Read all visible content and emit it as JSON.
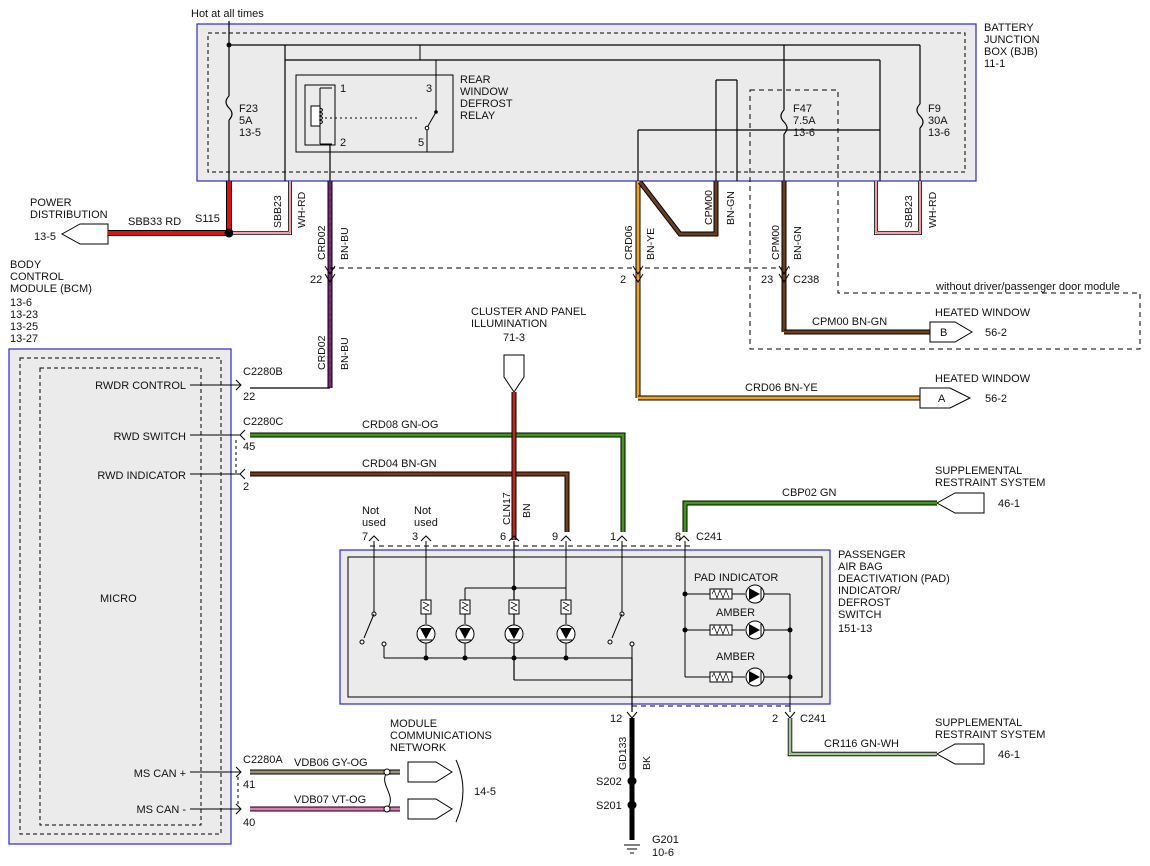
{
  "top": {
    "hot_label": "Hot at all times"
  },
  "bjb": {
    "title": [
      "BATTERY",
      "JUNCTION",
      "BOX (BJB)"
    ],
    "ref": "11-1"
  },
  "fuses": {
    "f23": {
      "name": "F23",
      "rating": "5A",
      "ref": "13-5"
    },
    "f47": {
      "name": "F47",
      "rating": "7.5A",
      "ref": "13-6"
    },
    "f9": {
      "name": "F9",
      "rating": "30A",
      "ref": "13-6"
    }
  },
  "relay": {
    "title": [
      "REAR",
      "WINDOW",
      "DEFROST",
      "RELAY"
    ],
    "pins": [
      "1",
      "2",
      "3",
      "5"
    ]
  },
  "power_dist": {
    "title": [
      "POWER",
      "DISTRIBUTION"
    ],
    "ref": "13-5",
    "wire": "SBB33 RD",
    "splice": "S115"
  },
  "bcm": {
    "title": [
      "BODY",
      "CONTROL",
      "MODULE (BCM)"
    ],
    "refs": [
      "13-6",
      "13-23",
      "13-25",
      "13-27"
    ],
    "micro": "MICRO",
    "rows": [
      {
        "label": "RWDR CONTROL",
        "connector": "C2280B",
        "pin": "22"
      },
      {
        "label": "RWD SWITCH",
        "connector": "C2280C",
        "pin": "45"
      },
      {
        "label": "RWD INDICATOR",
        "connector": "",
        "pin": "2"
      },
      {
        "label": "MS CAN +",
        "connector": "C2280A",
        "pin": "41"
      },
      {
        "label": "MS CAN -",
        "connector": "",
        "pin": "40"
      }
    ]
  },
  "wires": {
    "sbb23": "SBB23",
    "wh_rd": "WH-RD",
    "crd02": "CRD02",
    "bn_bu": "BN-BU",
    "crd06": "CRD06",
    "bn_ye": "BN-YE",
    "cpm00": "CPM00",
    "bn_gn": "BN-GN",
    "cpm00_full": "CPM00 BN-GN",
    "crd06_full": "CRD06 BN-YE",
    "crd08_full": "CRD08 GN-OG",
    "crd04_full": "CRD04 BN-GN",
    "cbp02_full": "CBP02 GN",
    "cln17": "CLN17",
    "bn": "BN",
    "cr116_full": "CR116 GN-WH",
    "gd133": "GD133",
    "bk": "BK",
    "vdb06": "VDB06 GY-OG",
    "vdb07": "VDB07 VT-OG"
  },
  "connectors": {
    "c238": "C238",
    "c241": "C241",
    "pin22": "22",
    "pin2": "2",
    "pin23": "23"
  },
  "option_note": "without driver/passenger door module",
  "heated_b": {
    "title": "HEATED WINDOW",
    "letter": "B",
    "ref": "56-2"
  },
  "heated_a": {
    "title": "HEATED WINDOW",
    "letter": "A",
    "ref": "56-2"
  },
  "cluster": {
    "title": [
      "CLUSTER AND PANEL",
      "ILLUMINATION"
    ],
    "ref": "71-3"
  },
  "srs1": {
    "title": [
      "SUPPLEMENTAL",
      "RESTRAINT SYSTEM"
    ],
    "ref": "46-1"
  },
  "srs2": {
    "title": [
      "SUPPLEMENTAL",
      "RESTRAINT SYSTEM"
    ],
    "ref": "46-1"
  },
  "pad": {
    "title": [
      "PASSENGER",
      "AIR BAG",
      "DEACTIVATION (PAD)",
      "INDICATOR/",
      "DEFROST",
      "SWITCH"
    ],
    "ref": "151-13",
    "pins": [
      "7",
      "3",
      "6",
      "9",
      "1",
      "8",
      "12",
      "2"
    ],
    "not_used": [
      "Not",
      "used"
    ],
    "pad_indicator": "PAD INDICATOR",
    "amber1": "AMBER",
    "amber2": "AMBER"
  },
  "network": {
    "title": [
      "MODULE",
      "COMMUNICATIONS",
      "NETWORK"
    ],
    "ref": "14-5"
  },
  "ground": {
    "s202": "S202",
    "s201": "S201",
    "g201": "G201",
    "ref": "10-6"
  }
}
